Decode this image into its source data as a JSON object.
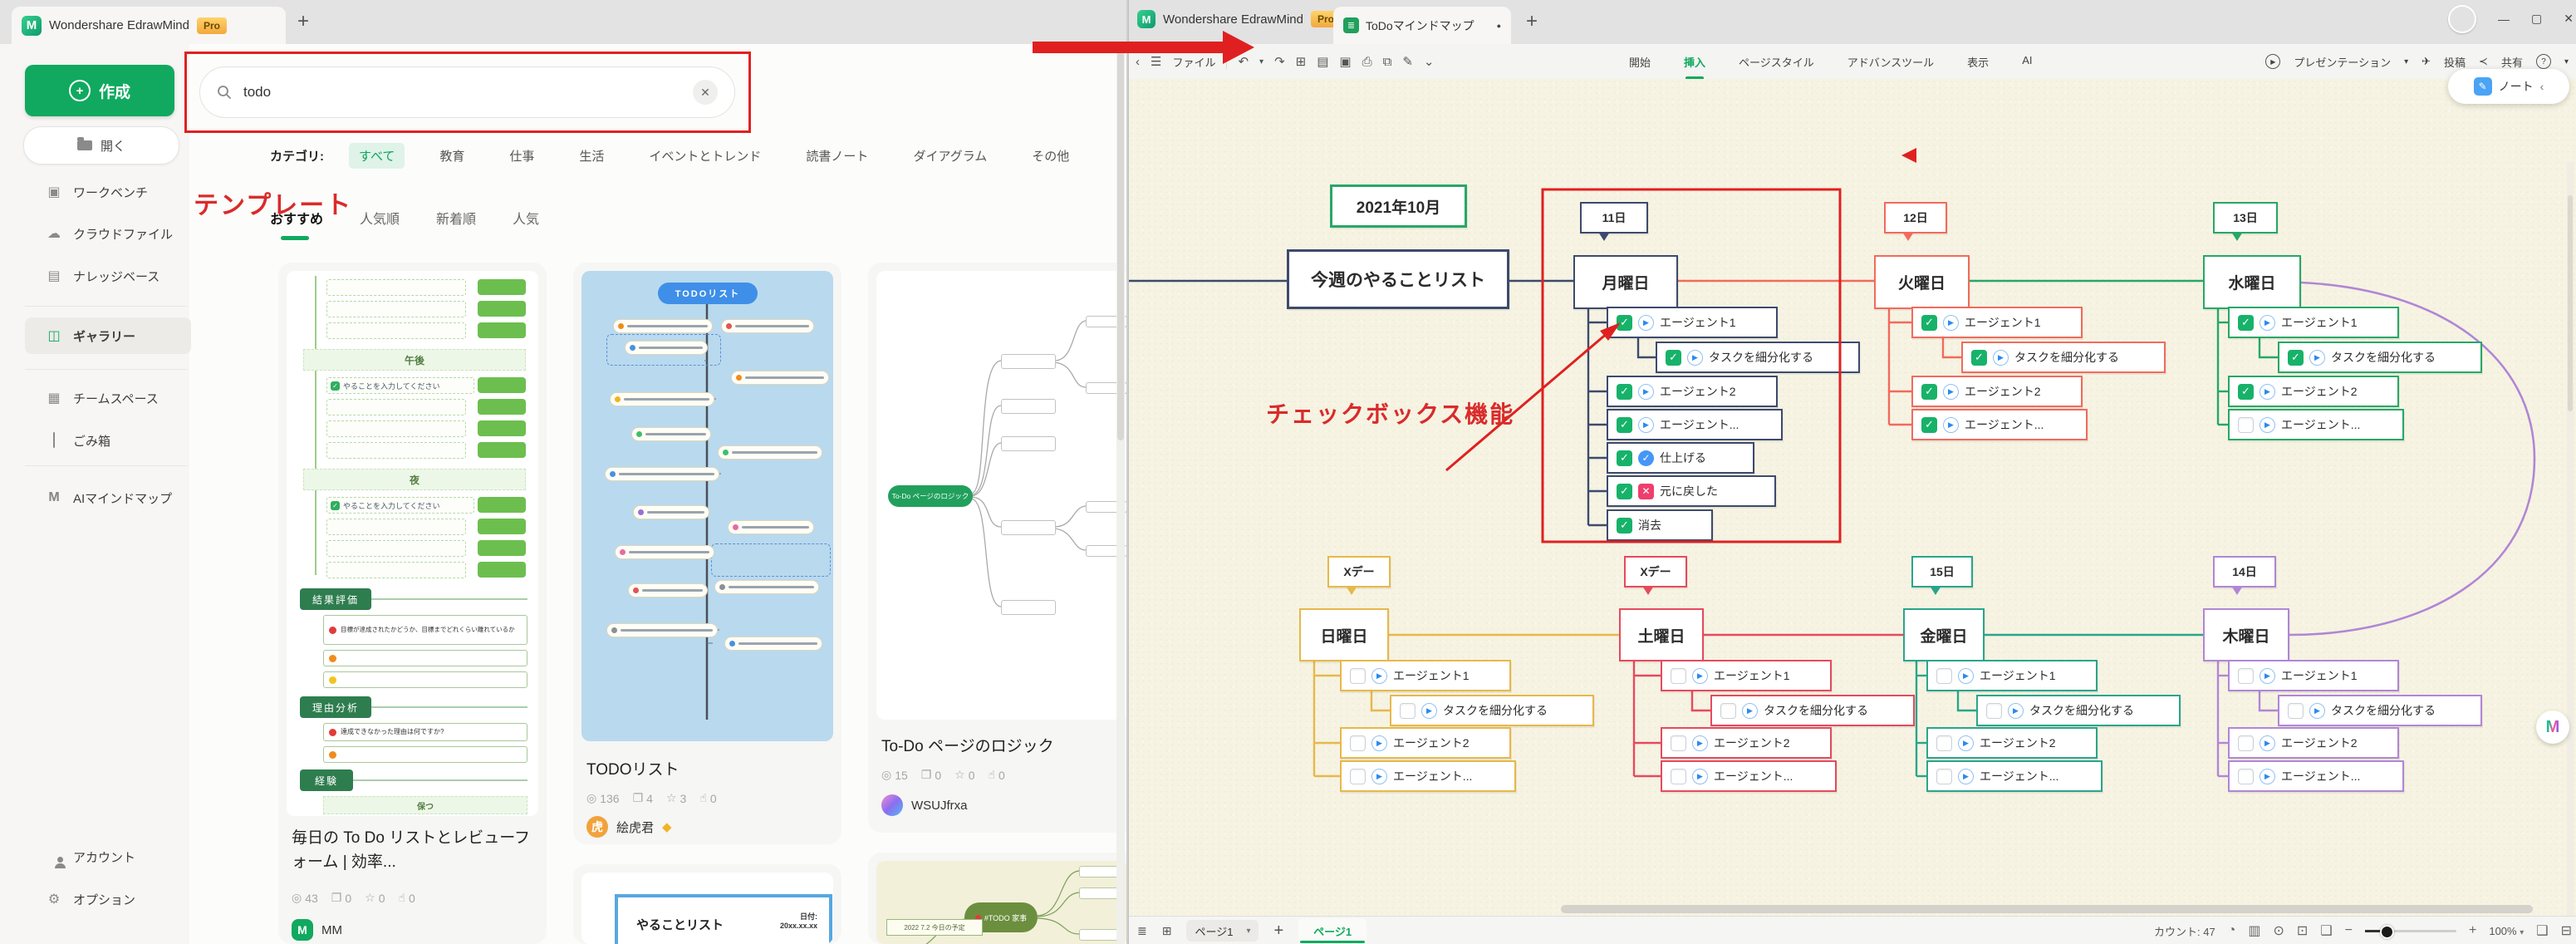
{
  "colors": {
    "accent": "#10a95f",
    "red": "#e02020",
    "canvas": "#f6f3e2",
    "navy": "#3d4a6e",
    "salmon": "#f26a5d",
    "green": "#27a768",
    "yellow": "#e7b84a",
    "crimson": "#e64a5e",
    "teal": "#2aa58c",
    "purple": "#b186d6",
    "check_green": "#17b26a",
    "play_blue": "#2a8af0",
    "done_blue": "#4596f7",
    "x_pink": "#ef3e6e"
  },
  "icons": {
    "plus": "+",
    "minimize": "—",
    "maximize": "▢",
    "close": "✕",
    "back": "‹",
    "chev_left": "‹",
    "hamburger": "☰",
    "undo": "↶",
    "redo": "↷",
    "caret": "▾",
    "chev_down": "⌄",
    "new_doc": "⊞",
    "open_doc": "▤",
    "save": "▣",
    "print": "⎙",
    "export": "⧉",
    "edit": "✎",
    "eye": "◎",
    "copy": "❐",
    "star": "☆",
    "like": "☝",
    "clock": "◔",
    "map": "▥",
    "play_circle": "⊙",
    "frame": "⊡",
    "fit": "❑",
    "minus": "−",
    "outline": "≣",
    "slideshow": "⊞",
    "fullscreen": "❑",
    "panel": "⊟",
    "dot": "●",
    "diamond": "◆",
    "check": "✓",
    "xmark": "✕",
    "play": "▶",
    "note_lines": "≡",
    "send": "✈",
    "share": "≺",
    "help": "?",
    "logo_letter": "M",
    "doc_lines": "≣"
  },
  "lw": {
    "app_title": "Wondershare EdrawMind",
    "pro": "Pro",
    "create": "作成",
    "open": "開く",
    "search_value": "todo",
    "annotation": "テンプレート",
    "sidebar": [
      {
        "label": "ワークベンチ"
      },
      {
        "label": "クラウドファイル"
      },
      {
        "label": "ナレッジベース"
      },
      {
        "label": "ギャラリー"
      },
      {
        "label": "チームスペース"
      },
      {
        "label": "ごみ箱"
      },
      {
        "label": "AIマインドマップ"
      }
    ],
    "sidebar_bottom": [
      {
        "label": "アカウント"
      },
      {
        "label": "オプション"
      }
    ],
    "cat_label": "カテゴリ:",
    "categories": [
      "すべて",
      "教育",
      "仕事",
      "生活",
      "イベントとトレンド",
      "読書ノート",
      "ダイアグラム",
      "その他"
    ],
    "selected_category": "すべて",
    "sort_tabs": [
      "おすすめ",
      "人気順",
      "新着順",
      "人気"
    ],
    "selected_sort": "おすすめ",
    "cards": [
      {
        "title": "毎日の To Do リストとレビューフォーム | 効率...",
        "views": "43",
        "copies": "0",
        "stars": "0",
        "likes": "0",
        "author": "MM"
      },
      {
        "title": "TODOリスト",
        "views": "136",
        "copies": "4",
        "stars": "3",
        "likes": "0",
        "author": "絵虎君"
      },
      {
        "title": "To-Do ページのロジック",
        "views": "15",
        "copies": "0",
        "stars": "0",
        "likes": "0",
        "author": "WSUJfrxa"
      }
    ],
    "thumb1": {
      "afternoon": "午後",
      "night": "夜",
      "todo_input": "やることを入力してください",
      "result": "結果評価",
      "reason": "理由分析",
      "experience": "経験",
      "keep": "保つ",
      "q1": "目標が達成されたかどうか、目標までどれくらい離れているか",
      "q2": "達成できなかった理由は何ですか?"
    },
    "thumb2": {
      "center": "TODOリスト"
    },
    "thumb3": {
      "center": "To-Do ページのロジック"
    },
    "thumb4": {
      "title": "やることリスト",
      "date_label": "日付:",
      "date_value": "20xx.xx.xx"
    },
    "thumb5": {
      "node": "#TODO 家事",
      "label": "2022 7.2 今日の予定"
    }
  },
  "rw": {
    "app_title": "Wondershare EdrawMind",
    "pro": "Pro",
    "doc_tab": "ToDoマインドマップ",
    "menu": {
      "file": "ファイル",
      "tabs": [
        "開始",
        "挿入",
        "ページスタイル",
        "アドバンスツール",
        "表示",
        "AI"
      ],
      "active_tab": "挿入",
      "presentation": "プレゼンテーション",
      "post": "投稿",
      "share": "共有"
    },
    "note": "ノート",
    "annotation": "チェックボックス機能",
    "mindmap": {
      "month": "2021年10月",
      "central": "今週のやることリスト",
      "days": [
        {
          "name": "月曜日",
          "callout": "11日",
          "color": "#3d4a6e",
          "tasks": [
            {
              "label": "エージェント1",
              "checked": true,
              "icon": "play"
            },
            {
              "label": "タスクを細分化する",
              "checked": true,
              "icon": "play",
              "indent": true
            },
            {
              "label": "エージェント2",
              "checked": true,
              "icon": "play"
            },
            {
              "label": "エージェント...",
              "checked": true,
              "icon": "play"
            },
            {
              "label": "仕上げる",
              "checked": true,
              "icon": "done"
            },
            {
              "label": "元に戻した",
              "checked": true,
              "icon": "x"
            },
            {
              "label": "消去",
              "checked": true,
              "icon": ""
            }
          ]
        },
        {
          "name": "火曜日",
          "callout": "12日",
          "color": "#f26a5d",
          "tasks": [
            {
              "label": "エージェント1",
              "checked": true,
              "icon": "play"
            },
            {
              "label": "タスクを細分化する",
              "checked": true,
              "icon": "play",
              "indent": true
            },
            {
              "label": "エージェント2",
              "checked": true,
              "icon": "play"
            },
            {
              "label": "エージェント...",
              "checked": true,
              "icon": "play"
            }
          ]
        },
        {
          "name": "水曜日",
          "callout": "13日",
          "color": "#27a768",
          "tasks": [
            {
              "label": "エージェント1",
              "checked": true,
              "icon": "play"
            },
            {
              "label": "タスクを細分化する",
              "checked": true,
              "icon": "play",
              "indent": true
            },
            {
              "label": "エージェント2",
              "checked": true,
              "icon": "play"
            },
            {
              "label": "エージェント...",
              "checked": false,
              "icon": "play"
            }
          ]
        },
        {
          "name": "木曜日",
          "callout": "14日",
          "color": "#b186d6",
          "tasks": [
            {
              "label": "エージェント1",
              "checked": false,
              "icon": "play"
            },
            {
              "label": "タスクを細分化する",
              "checked": false,
              "icon": "play",
              "indent": true
            },
            {
              "label": "エージェント2",
              "checked": false,
              "icon": "play"
            },
            {
              "label": "エージェント...",
              "checked": false,
              "icon": "play"
            }
          ]
        },
        {
          "name": "金曜日",
          "callout": "15日",
          "color": "#2aa58c",
          "tasks": [
            {
              "label": "エージェント1",
              "checked": false,
              "icon": "play"
            },
            {
              "label": "タスクを細分化する",
              "checked": false,
              "icon": "play",
              "indent": true
            },
            {
              "label": "エージェント2",
              "checked": false,
              "icon": "play"
            },
            {
              "label": "エージェント...",
              "checked": false,
              "icon": "play"
            }
          ]
        },
        {
          "name": "土曜日",
          "callout": "Xデー",
          "color": "#e64a5e",
          "tasks": [
            {
              "label": "エージェント1",
              "checked": false,
              "icon": "play"
            },
            {
              "label": "タスクを細分化する",
              "checked": false,
              "icon": "play",
              "indent": true
            },
            {
              "label": "エージェント2",
              "checked": false,
              "icon": "play"
            },
            {
              "label": "エージェント...",
              "checked": false,
              "icon": "play"
            }
          ]
        },
        {
          "name": "日曜日",
          "callout": "Xデー",
          "color": "#e7b84a",
          "tasks": [
            {
              "label": "エージェント1",
              "checked": false,
              "icon": "play"
            },
            {
              "label": "タスクを細分化する",
              "checked": false,
              "icon": "play",
              "indent": true
            },
            {
              "label": "エージェント2",
              "checked": false,
              "icon": "play"
            },
            {
              "label": "エージェント...",
              "checked": false,
              "icon": "play"
            }
          ]
        }
      ]
    },
    "statusbar": {
      "page_selector": "ページ1",
      "page_tab": "ページ1",
      "count_label": "カウント:",
      "count": "47",
      "zoom": "100%"
    }
  }
}
